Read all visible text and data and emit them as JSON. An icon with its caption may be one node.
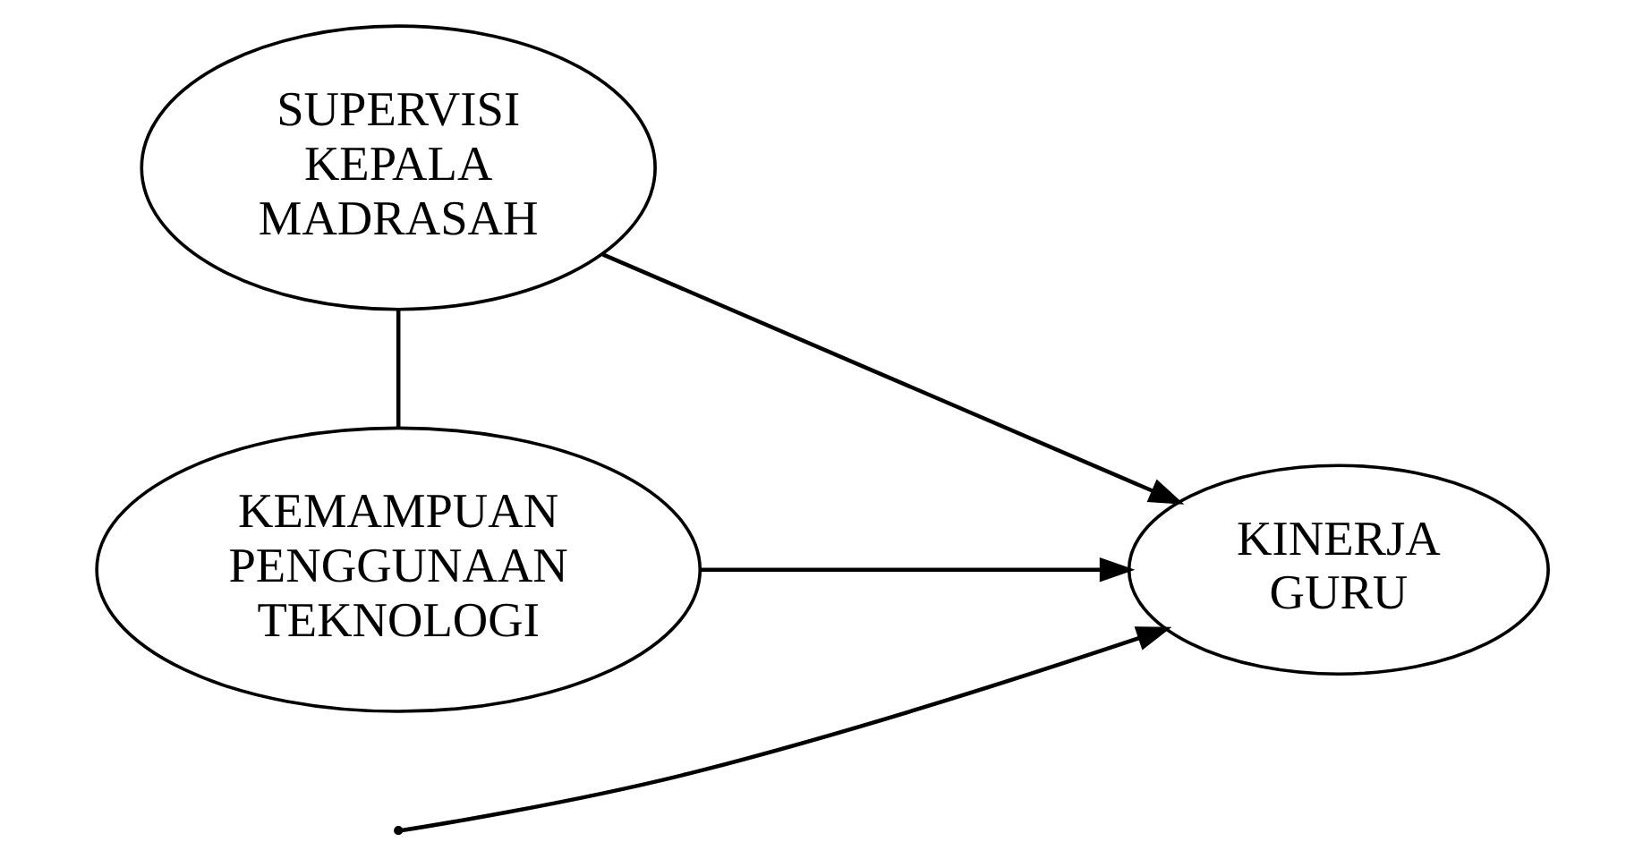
{
  "diagram": {
    "nodes": [
      {
        "text": [
          "SUPERVISI KEPALA MADRASAH"
        ]
      },
      {
        "text": [
          "KEMAMPUAN PENGGUNAAN TEKNOLOGI"
        ]
      },
      {
        "text": [
          "KINERJA GURU"
        ]
      }
    ],
    "edges": [
      {
        "from": 0,
        "to": 2,
        "arrow": "to"
      },
      {
        "from": 0,
        "to": 1,
        "arrow": "none"
      },
      {
        "from": null,
        "to": 2,
        "arrow": "to"
      },
      {
        "from": 1,
        "to": 2,
        "arrow": "to"
      }
    ]
  }
}
